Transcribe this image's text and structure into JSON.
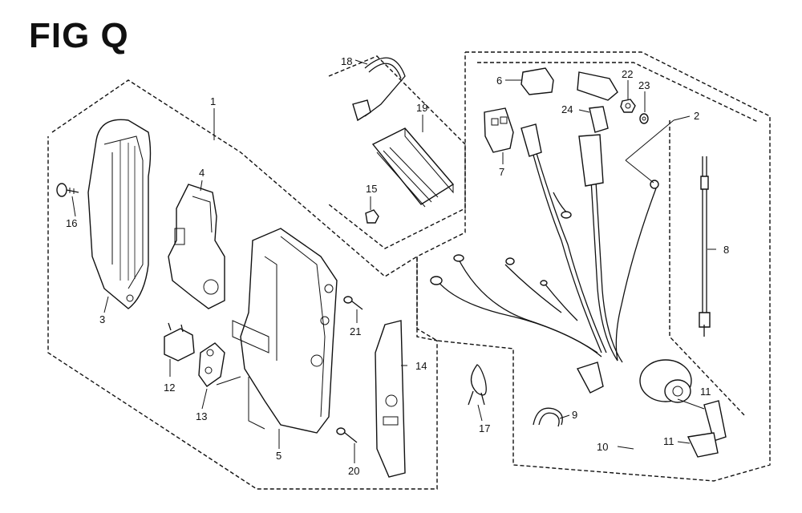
{
  "figure": {
    "title": "FIG Q"
  },
  "callouts": [
    "1",
    "2",
    "3",
    "4",
    "5",
    "6",
    "7",
    "8",
    "9",
    "10",
    "11",
    "11",
    "12",
    "13",
    "14",
    "15",
    "16",
    "17",
    "18",
    "19",
    "20",
    "21",
    "22",
    "23",
    "24"
  ]
}
